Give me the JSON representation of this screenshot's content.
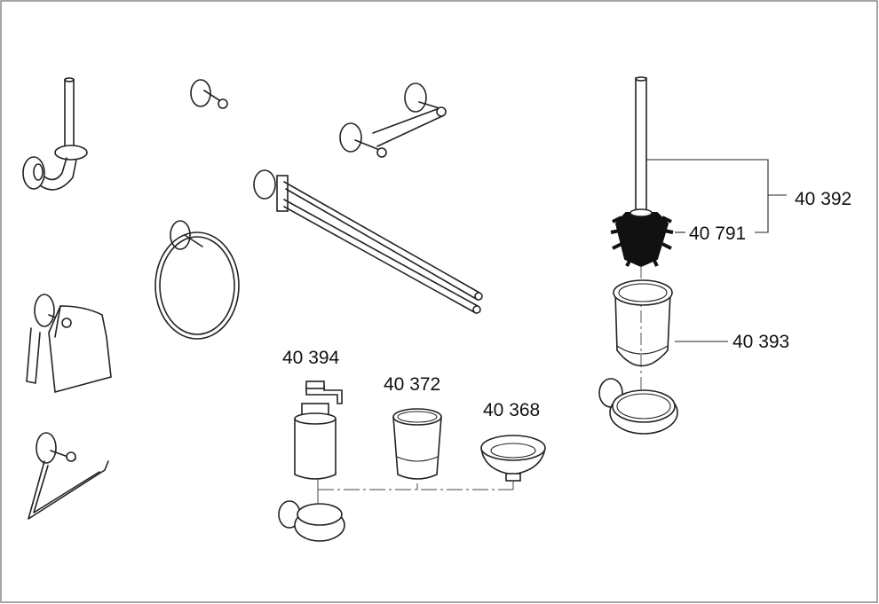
{
  "labels": {
    "brush_set": "40 392",
    "brush_head": "40 791",
    "brush_glass": "40 393",
    "soap_dispenser": "40 394",
    "tumbler": "40 372",
    "soap_dish": "40 368"
  }
}
